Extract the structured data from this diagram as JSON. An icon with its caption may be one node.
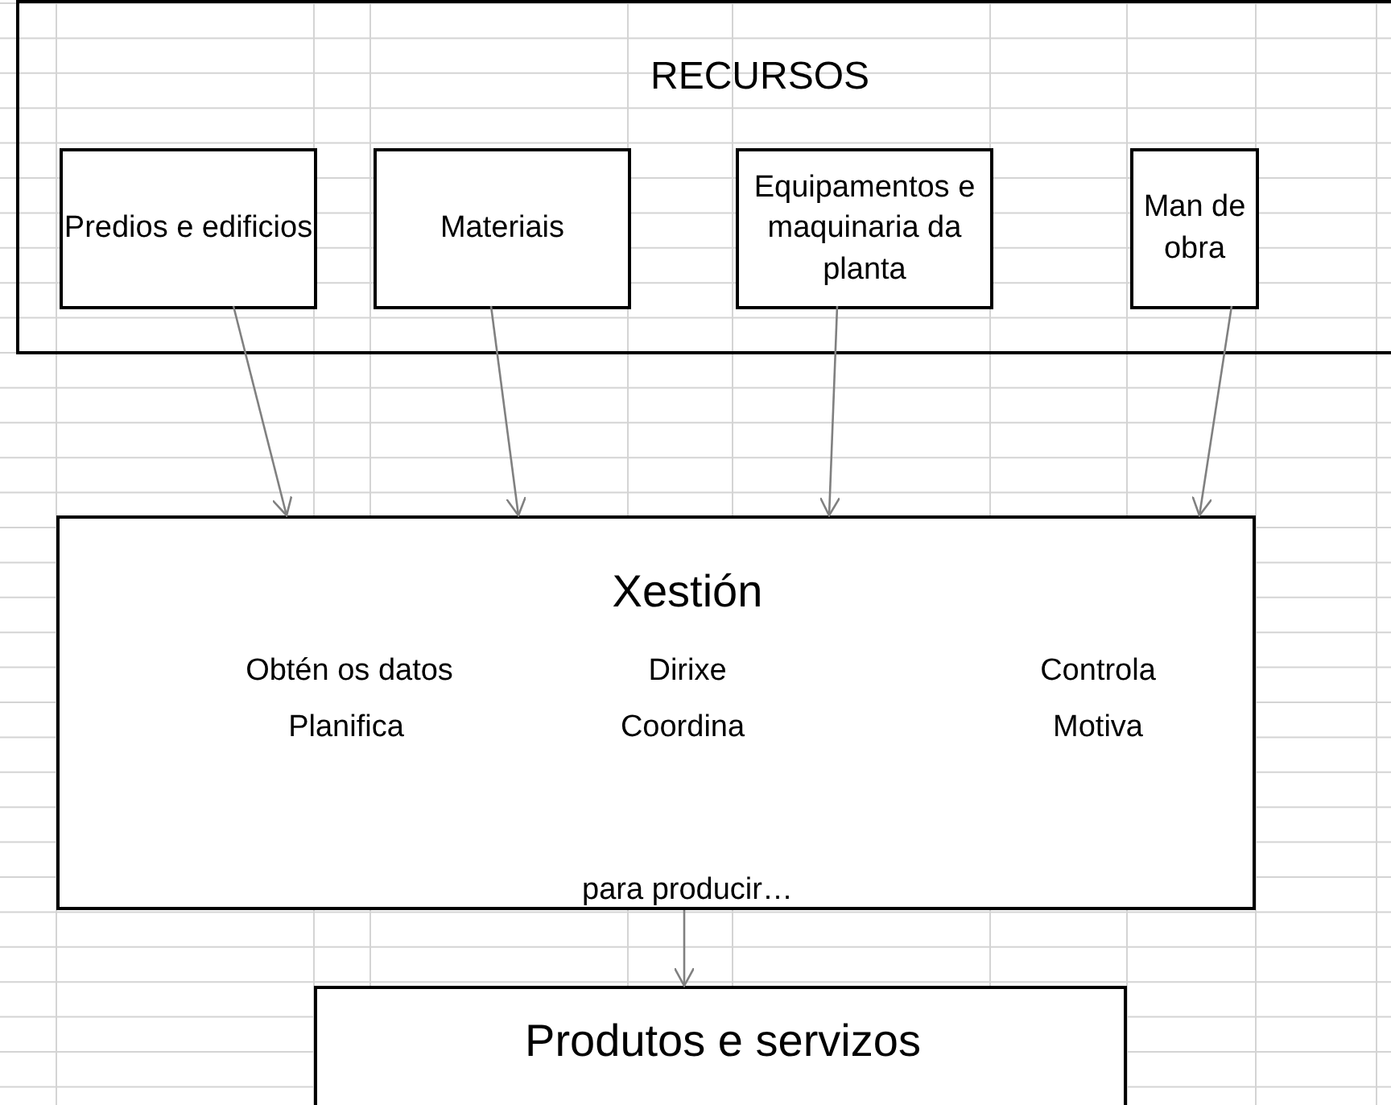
{
  "diagram": {
    "nodes": [
      {
        "text": [
          "RECURSOS"
        ]
      },
      {
        "text": [
          "Predios e edificios"
        ],
        "in": 0
      },
      {
        "text": [
          "Materiais"
        ],
        "in": 0
      },
      {
        "text": [
          "Equipamentos e maquinaria da planta"
        ],
        "in": 0
      },
      {
        "text": [
          "Man de obra"
        ],
        "in": 0
      },
      {
        "text": [
          "Xestión",
          "Obtén os datos",
          "Dirixe",
          "Controla",
          "Planifica",
          "Coordina",
          "Motiva",
          "para producir…"
        ]
      },
      {
        "text": [
          "Produtos e servizos"
        ]
      }
    ],
    "edges": [
      {
        "from": 1,
        "to": 5,
        "arrow": "to"
      },
      {
        "from": 2,
        "to": 5,
        "arrow": "to"
      },
      {
        "from": 3,
        "to": 5,
        "arrow": "to"
      },
      {
        "from": 4,
        "to": 5,
        "arrow": "to"
      },
      {
        "from": 5,
        "to": 6,
        "arrow": "to"
      }
    ]
  }
}
